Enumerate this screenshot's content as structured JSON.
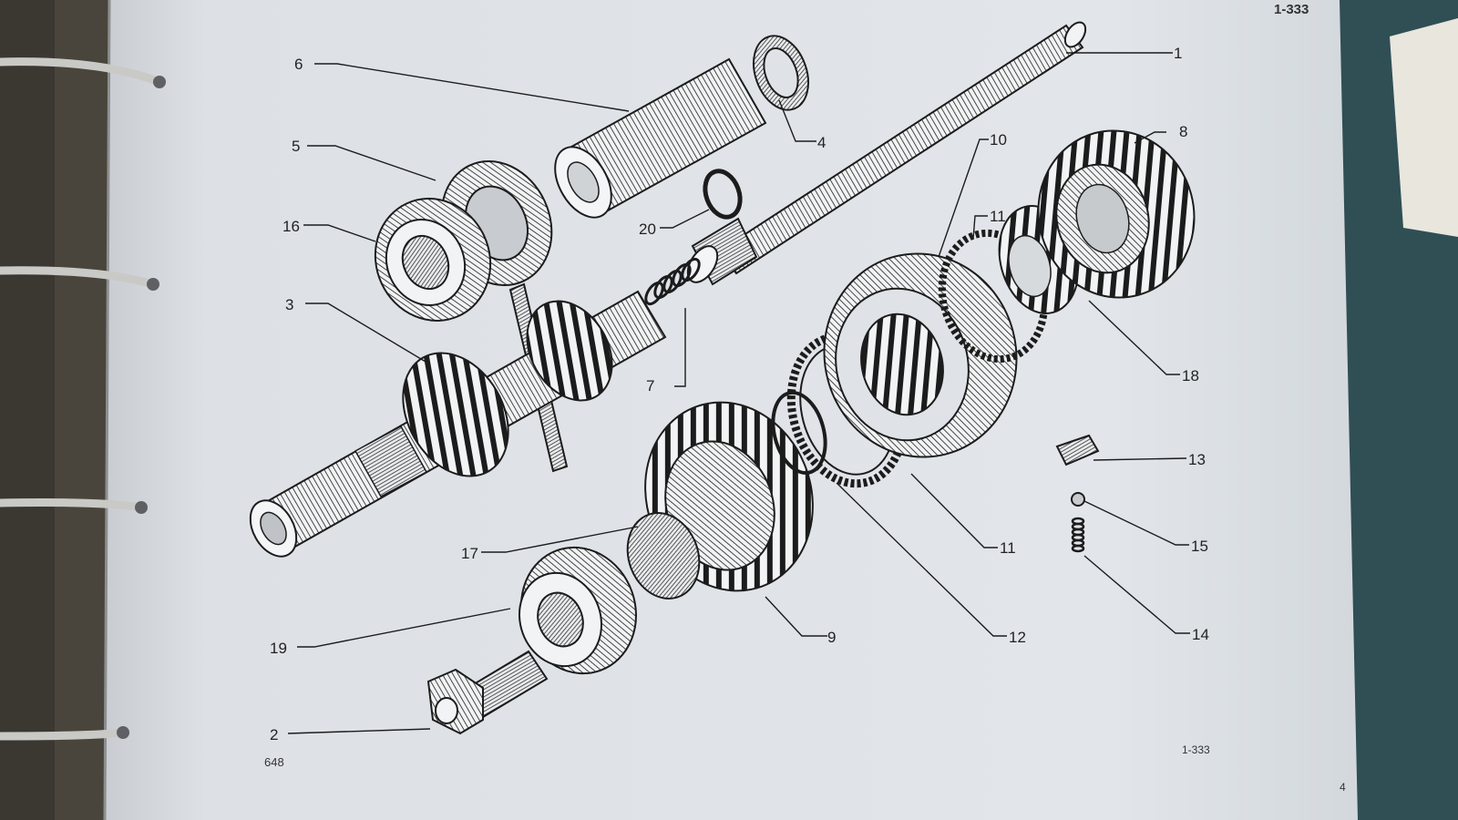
{
  "page": {
    "ref_top": "1-333",
    "ref_bottom": "1-333",
    "drawing_no": "648",
    "page_no": "4"
  },
  "callouts": {
    "c1": "1",
    "c2": "2",
    "c3": "3",
    "c4": "4",
    "c5": "5",
    "c6": "6",
    "c7": "7",
    "c8": "8",
    "c9": "9",
    "c10": "10",
    "c11a": "11",
    "c11b": "11",
    "c12": "12",
    "c13": "13",
    "c14": "14",
    "c15": "15",
    "c16": "16",
    "c17": "17",
    "c18": "18",
    "c19": "19",
    "c20": "20"
  },
  "colors": {
    "paper": "#dfe3e8",
    "ink": "#1c1c1c",
    "binder": "#3b3731",
    "ring": "#c9c9c6"
  },
  "icons": [
    "binder-ring-icon"
  ]
}
